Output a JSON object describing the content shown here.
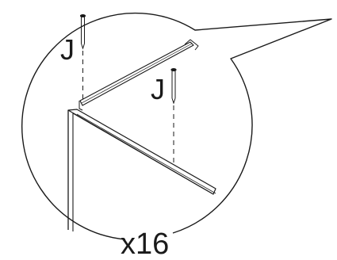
{
  "labels": {
    "part_top": "J",
    "part_right": "J",
    "quantity": "x16"
  },
  "colors": {
    "line": "#1a1a1a",
    "background": "#ffffff"
  }
}
